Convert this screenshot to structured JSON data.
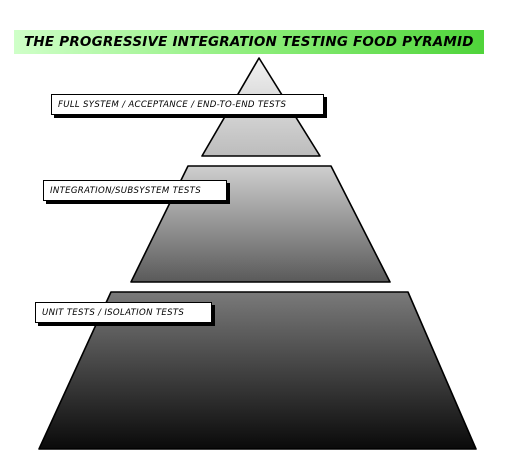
{
  "title": "THE PROGRESSIVE INTEGRATION TESTING FOOD PYRAMID",
  "tiers": [
    {
      "label": "FULL SYSTEM / ACCEPTANCE / END-TO-END TESTS",
      "fill_light": "#f2f2f2",
      "fill_dark": "#bcbcbc"
    },
    {
      "label": "INTEGRATION/SUBSYSTEM TESTS",
      "fill_light": "#cfcfcf",
      "fill_dark": "#5a5a5a"
    },
    {
      "label": "UNIT TESTS / ISOLATION TESTS",
      "fill_light": "#7a7a7a",
      "fill_dark": "#0a0a0a"
    }
  ],
  "colors": {
    "banner_light": "#cfffc8",
    "banner_dark": "#4fd43a",
    "outline": "#000000"
  }
}
